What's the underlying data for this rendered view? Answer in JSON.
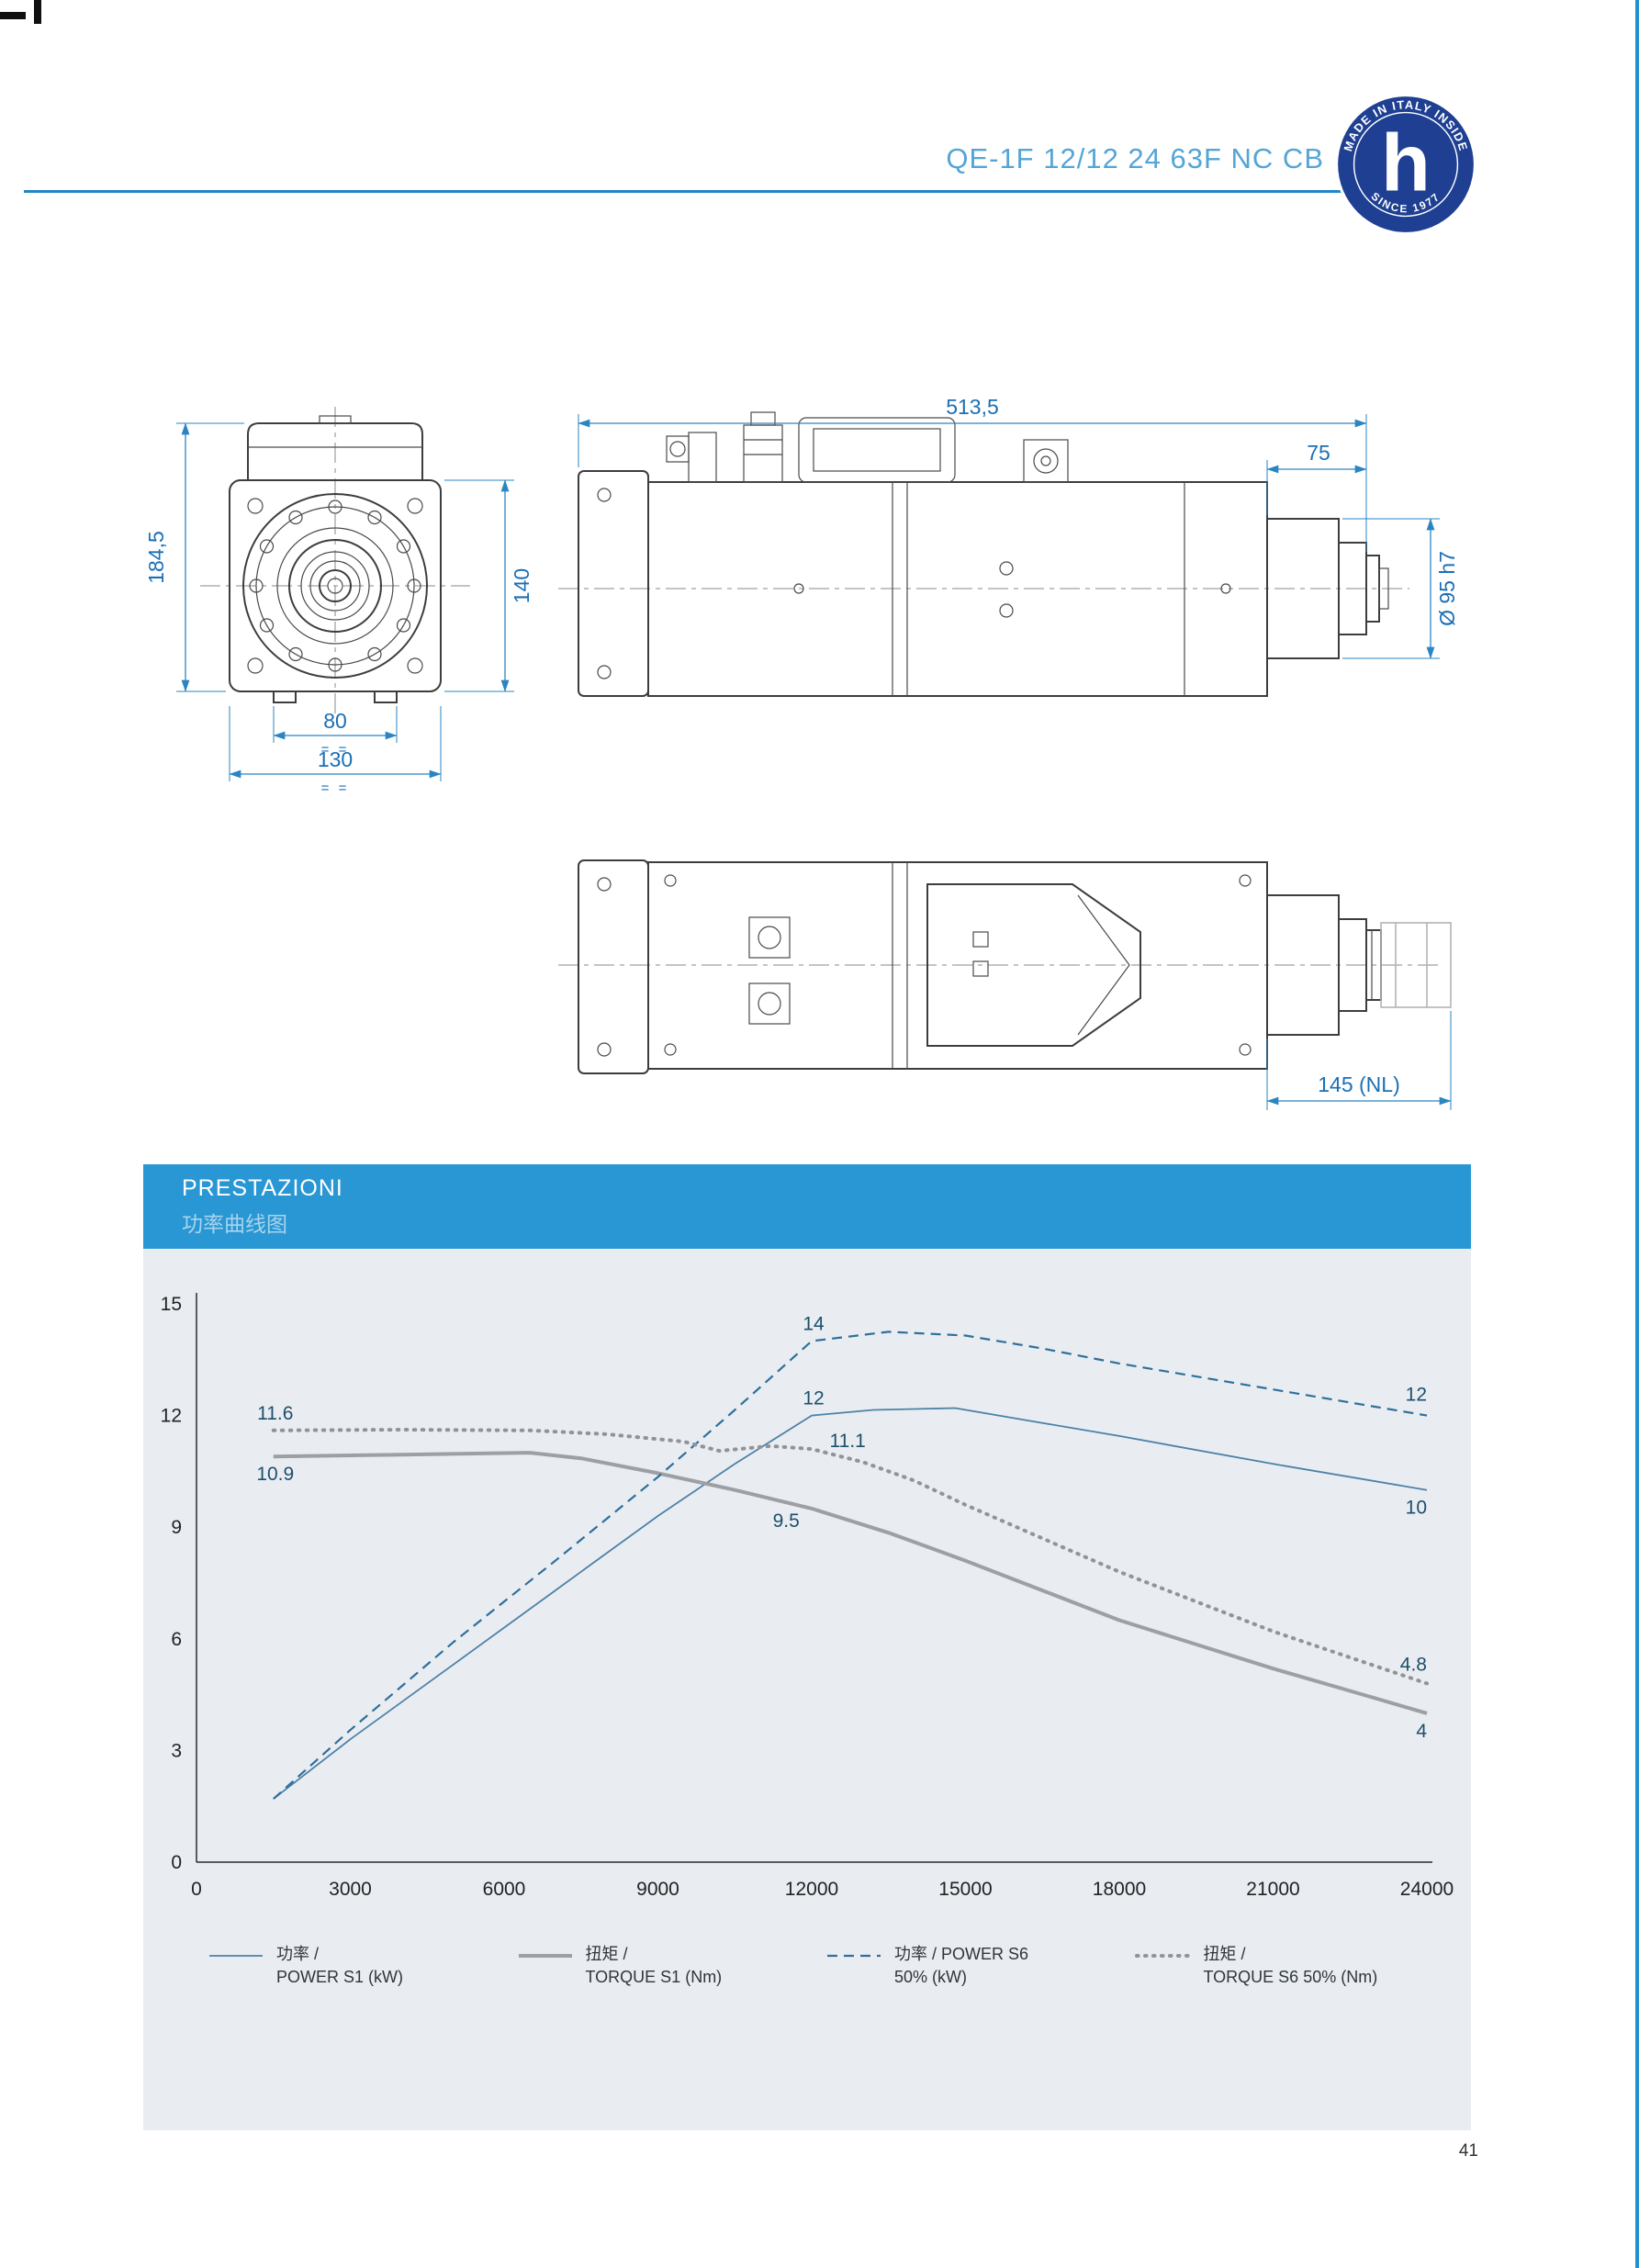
{
  "page": {
    "title": "QE-1F 12/12 24 63F NC CB",
    "page_number": "41",
    "accent_color": "#1f86c6"
  },
  "logo": {
    "arc_top": "MADE IN ITALY INSIDE",
    "arc_bottom": "SINCE 1977",
    "monogram": "h",
    "badge_color": "#1e3f92"
  },
  "drawings": {
    "front_view": {
      "dim_total_height": "184,5",
      "dim_body_height": "140",
      "dim_slot_width": "80",
      "dim_flange_width": "130",
      "symmetry_marks": "= ="
    },
    "side_view": {
      "dim_total_length": "513,5",
      "dim_nose_length": "75",
      "dim_shaft_diameter": "Ø 95 h7"
    },
    "top_view": {
      "dim_nose_nl": "145 (NL)"
    }
  },
  "chart_panel": {
    "title": "PRESTAZIONI",
    "subtitle": "功率曲线图"
  },
  "chart_data": {
    "type": "line",
    "title": "PRESTAZIONI",
    "subtitle": "功率曲线图",
    "grid": false,
    "legend_position": "bottom",
    "xlim": [
      0,
      24000
    ],
    "ylim": [
      0,
      15
    ],
    "xticks": [
      0,
      3000,
      6000,
      9000,
      12000,
      15000,
      18000,
      21000,
      24000
    ],
    "yticks": [
      0,
      3,
      6,
      9,
      12,
      15
    ],
    "axis_color": "#2b2b2b",
    "tick_color": "#222222",
    "annotation_color": "#1d4f6b",
    "series": [
      {
        "name": "POWER S1 (kW)",
        "legend_line1": "功率 /",
        "legend_line2": "POWER S1 (kW)",
        "color": "#4d81a6",
        "width": 1.8,
        "dash": "",
        "linecap": "butt",
        "points": [
          [
            1500,
            1.7
          ],
          [
            3000,
            3.3
          ],
          [
            5000,
            5.3
          ],
          [
            7000,
            7.3
          ],
          [
            9000,
            9.3
          ],
          [
            10500,
            10.7
          ],
          [
            12000,
            12.0
          ],
          [
            13200,
            12.15
          ],
          [
            14800,
            12.2
          ],
          [
            16500,
            11.8
          ],
          [
            18000,
            11.45
          ],
          [
            21000,
            10.7
          ],
          [
            24000,
            10.0
          ]
        ]
      },
      {
        "name": "TORQUE S1 (Nm)",
        "legend_line1": "扭矩 /",
        "legend_line2": "TORQUE S1 (Nm)",
        "color": "#9c9fa3",
        "width": 4,
        "dash": "",
        "linecap": "butt",
        "points": [
          [
            1500,
            10.9
          ],
          [
            4000,
            10.95
          ],
          [
            6500,
            11.0
          ],
          [
            7500,
            10.85
          ],
          [
            9000,
            10.45
          ],
          [
            10500,
            10.0
          ],
          [
            12000,
            9.5
          ],
          [
            13500,
            8.85
          ],
          [
            15000,
            8.1
          ],
          [
            16500,
            7.3
          ],
          [
            18000,
            6.5
          ],
          [
            19500,
            5.85
          ],
          [
            21000,
            5.2
          ],
          [
            22500,
            4.6
          ],
          [
            24000,
            4.0
          ]
        ]
      },
      {
        "name": "POWER S6 50% (kW)",
        "legend_line1": "功率 / POWER S6",
        "legend_line2": "50% (kW)",
        "color": "#2f6f9b",
        "width": 2.2,
        "dash": "11 7",
        "linecap": "butt",
        "points": [
          [
            1500,
            1.7
          ],
          [
            3000,
            3.55
          ],
          [
            5000,
            5.9
          ],
          [
            7000,
            8.1
          ],
          [
            9000,
            10.35
          ],
          [
            10500,
            12.15
          ],
          [
            12000,
            14.0
          ],
          [
            13500,
            14.25
          ],
          [
            15000,
            14.15
          ],
          [
            16500,
            13.8
          ],
          [
            18000,
            13.4
          ],
          [
            21000,
            12.7
          ],
          [
            24000,
            12.0
          ]
        ]
      },
      {
        "name": "TORQUE S6 50% (Nm)",
        "legend_line1": "扭矩 /",
        "legend_line2": "TORQUE S6 50% (Nm)",
        "color": "#909498",
        "width": 4,
        "dash": "1.5 7.5",
        "linecap": "round",
        "points": [
          [
            1500,
            11.6
          ],
          [
            4000,
            11.62
          ],
          [
            6500,
            11.6
          ],
          [
            8000,
            11.5
          ],
          [
            9500,
            11.3
          ],
          [
            10200,
            11.05
          ],
          [
            11200,
            11.18
          ],
          [
            12000,
            11.1
          ],
          [
            13000,
            10.75
          ],
          [
            14000,
            10.25
          ],
          [
            15000,
            9.6
          ],
          [
            16500,
            8.7
          ],
          [
            18000,
            7.8
          ],
          [
            19500,
            7.0
          ],
          [
            21000,
            6.2
          ],
          [
            22500,
            5.5
          ],
          [
            24000,
            4.8
          ]
        ]
      }
    ],
    "annotations": [
      {
        "text": "11.6",
        "x": 1500,
        "y": 11.6,
        "dx": 2,
        "dy": -12,
        "anchor": "middle"
      },
      {
        "text": "10.9",
        "x": 1500,
        "y": 10.9,
        "dx": 2,
        "dy": 26,
        "anchor": "middle"
      },
      {
        "text": "14",
        "x": 12000,
        "y": 14,
        "dx": 2,
        "dy": -12,
        "anchor": "middle"
      },
      {
        "text": "12",
        "x": 12000,
        "y": 12,
        "dx": 2,
        "dy": -12,
        "anchor": "middle"
      },
      {
        "text": "11.1",
        "x": 12350,
        "y": 11.1,
        "dx": 0,
        "dy": -2,
        "anchor": "start"
      },
      {
        "text": "9.5",
        "x": 11800,
        "y": 9.5,
        "dx": -2,
        "dy": 20,
        "anchor": "end"
      },
      {
        "text": "12",
        "x": 24000,
        "y": 12,
        "dx": 0,
        "dy": -16,
        "anchor": "end"
      },
      {
        "text": "10",
        "x": 24000,
        "y": 10,
        "dx": 0,
        "dy": 26,
        "anchor": "end"
      },
      {
        "text": "4.8",
        "x": 24000,
        "y": 4.8,
        "dx": 0,
        "dy": -14,
        "anchor": "end"
      },
      {
        "text": "4",
        "x": 24000,
        "y": 4,
        "dx": 0,
        "dy": 26,
        "anchor": "end"
      }
    ]
  }
}
